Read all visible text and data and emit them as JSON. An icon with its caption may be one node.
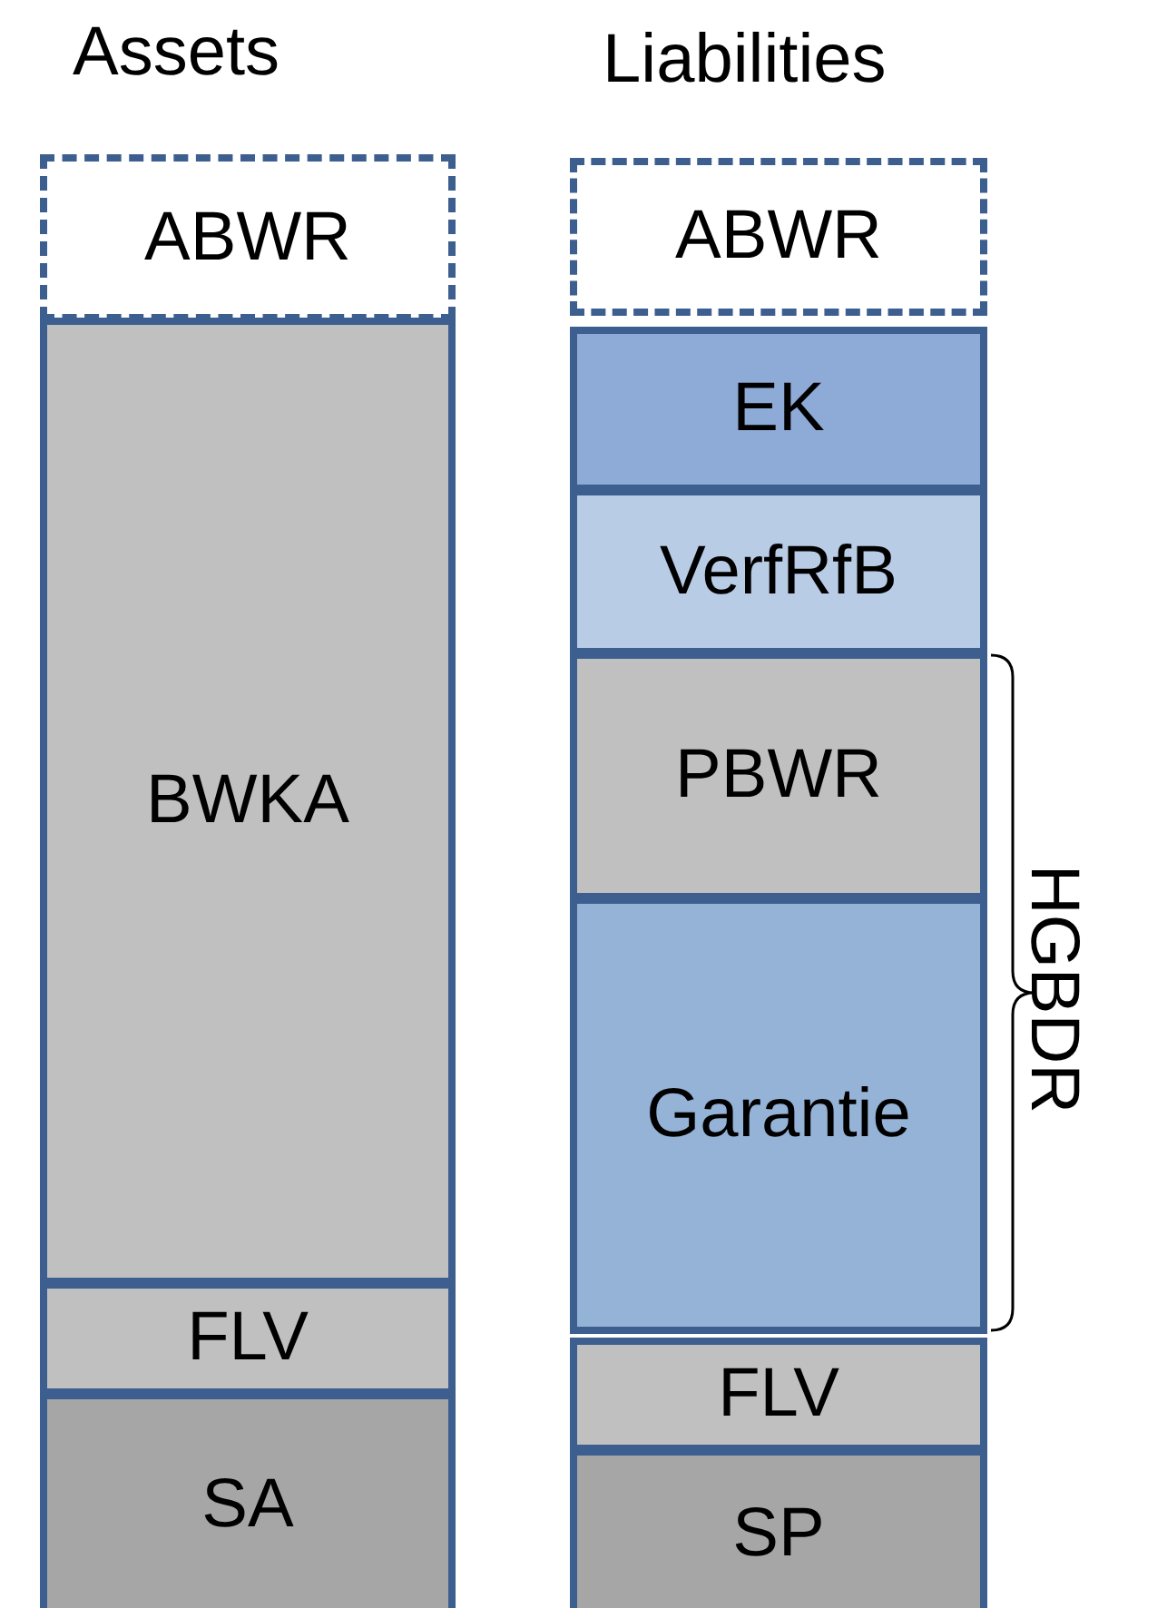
{
  "diagram": {
    "nodes": [
      {
        "text": [
          "ABWR"
        ]
      },
      {
        "text": [
          "BWKA"
        ]
      },
      {
        "text": [
          "FLV"
        ]
      },
      {
        "text": [
          "SA"
        ]
      },
      {
        "text": [
          "ABWR"
        ]
      },
      {
        "text": [
          "EK"
        ]
      },
      {
        "text": [
          "VerfRfB"
        ]
      },
      {
        "text": [
          "PBWR"
        ]
      },
      {
        "text": [
          "Garantie"
        ]
      },
      {
        "text": [
          "FLV"
        ]
      },
      {
        "text": [
          "SP"
        ]
      }
    ],
    "edges": [],
    "labels": [
      "Assets",
      "Liabilities",
      "HGBDR"
    ]
  }
}
